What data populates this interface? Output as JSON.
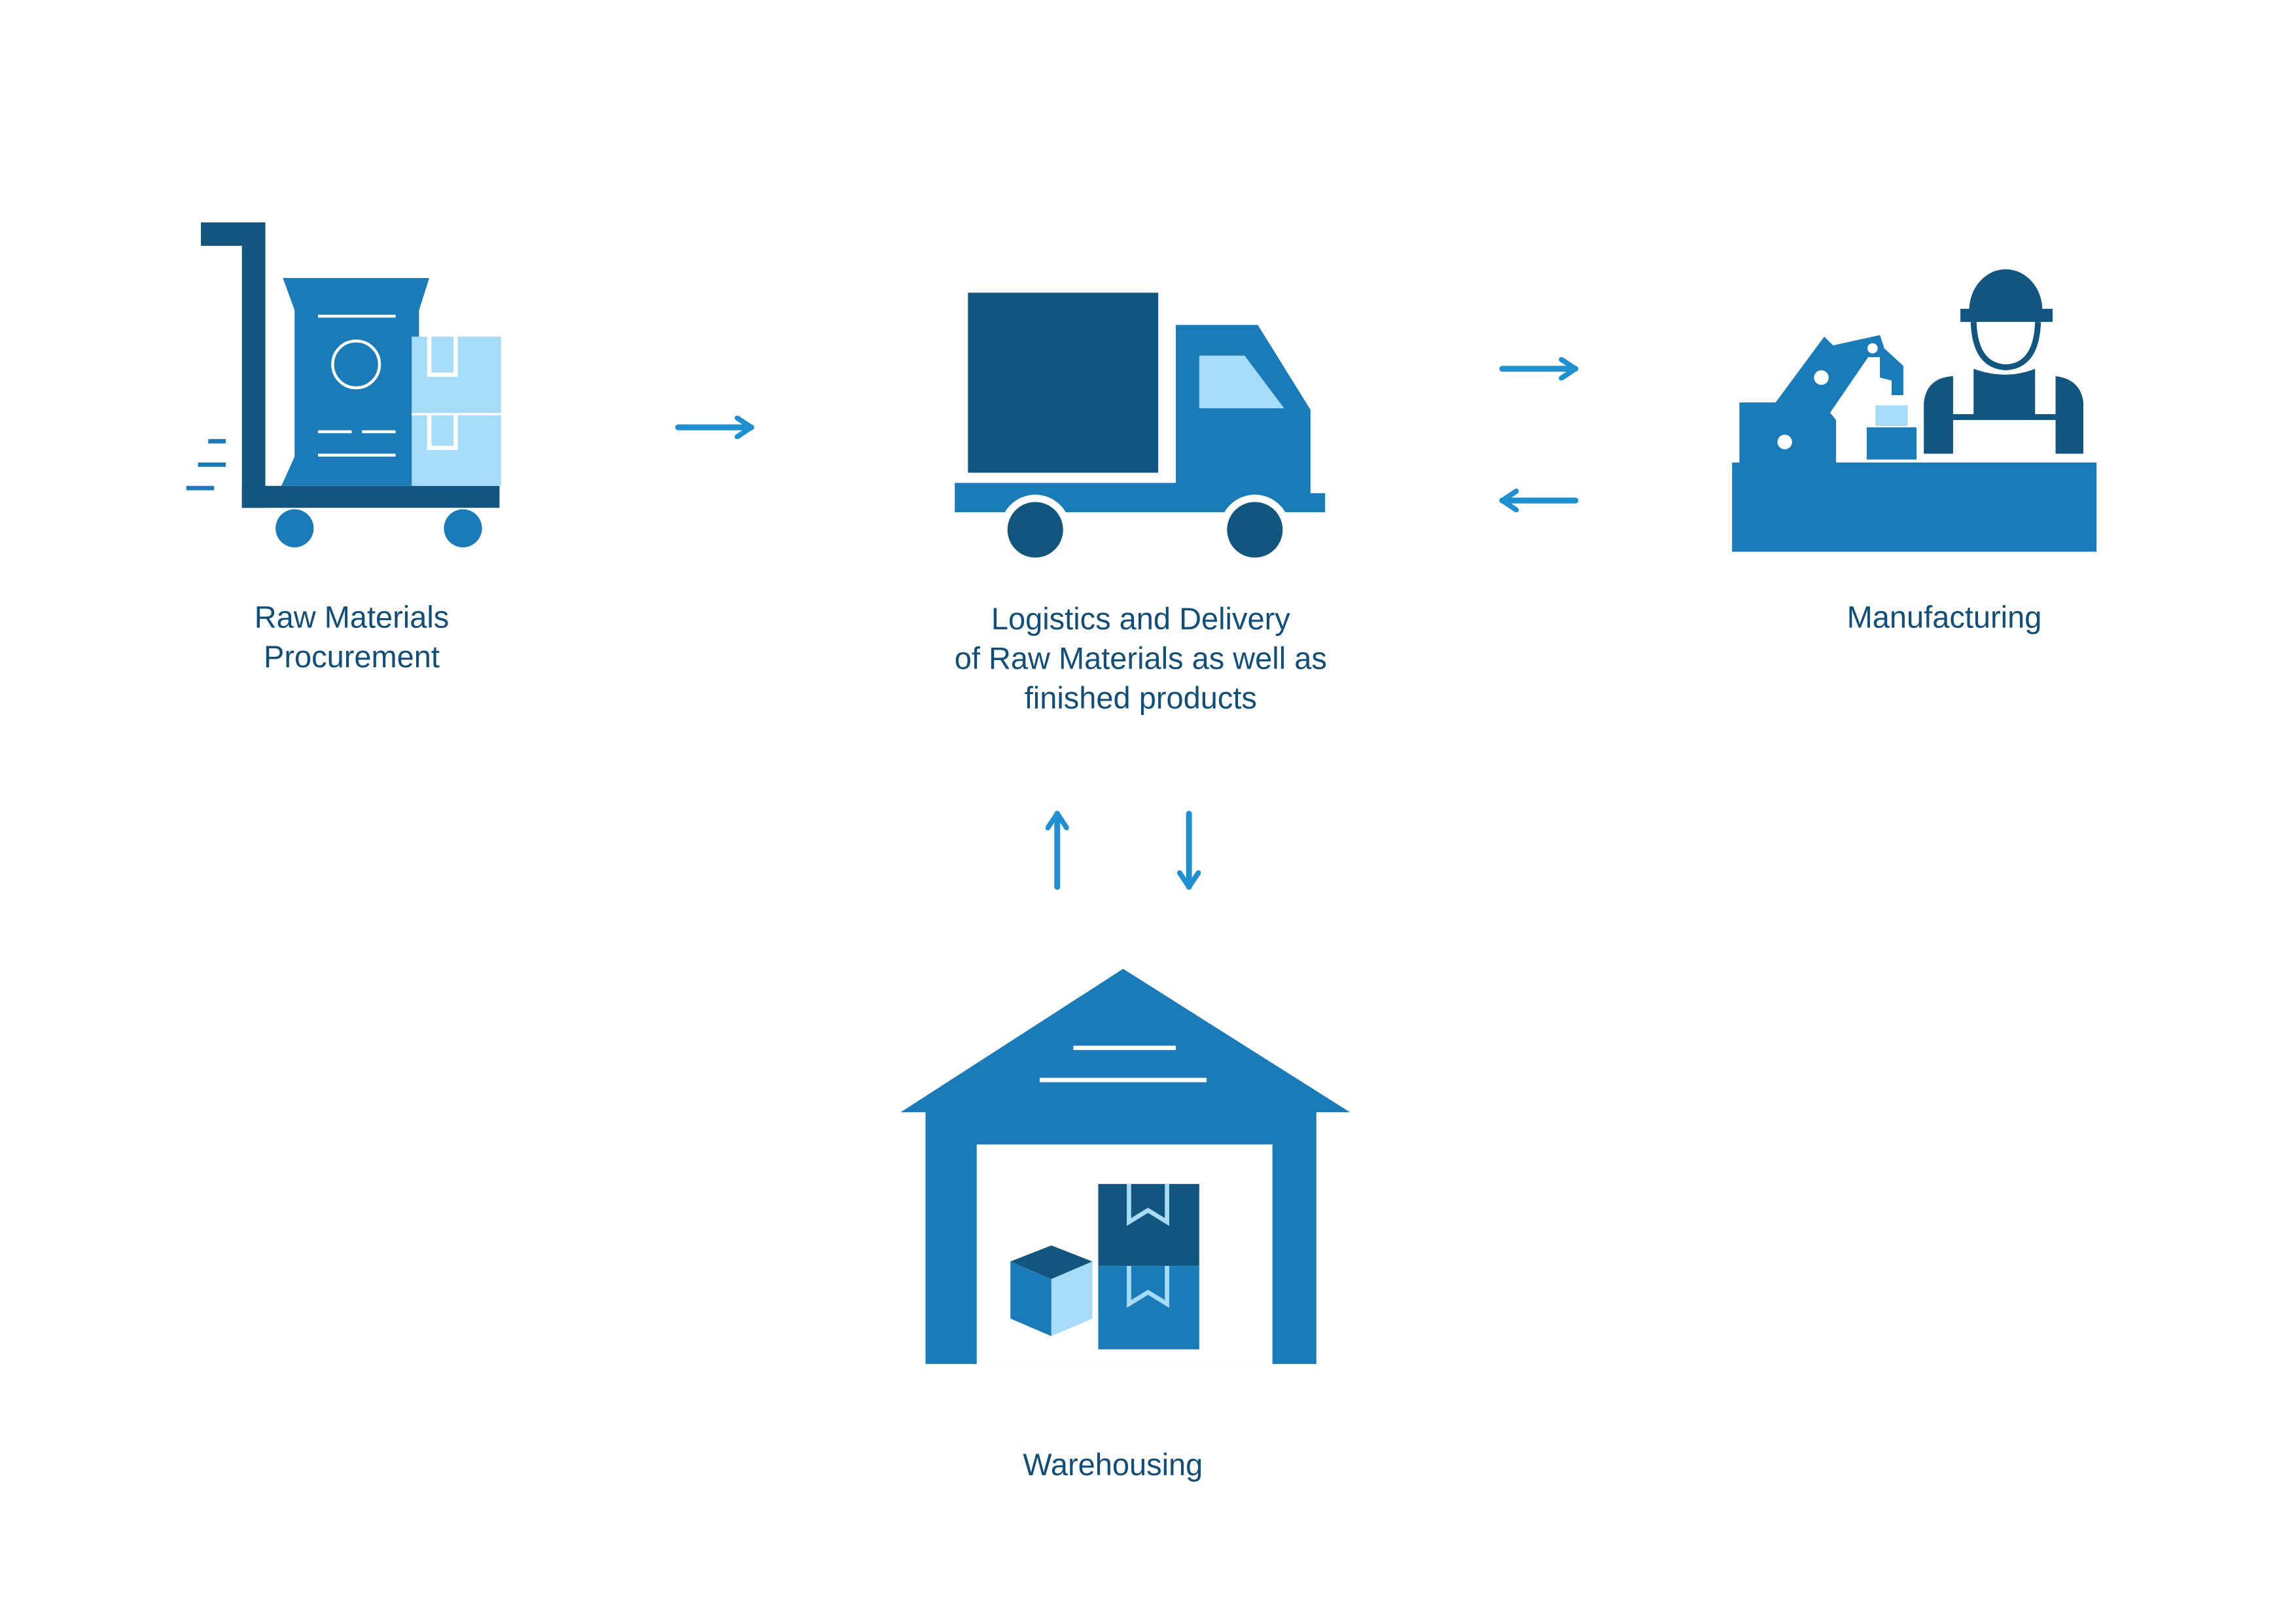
{
  "colors": {
    "dark": "#12557f",
    "mid": "#1b7ab8",
    "light": "#a6dcf7",
    "text": "#124e78",
    "arrow": "#1f8fcf"
  },
  "nodes": {
    "procurement": {
      "icon": "hand-truck-icon",
      "lines": [
        "Raw Materials",
        "Procurement"
      ]
    },
    "logistics": {
      "icon": "delivery-truck-icon",
      "lines": [
        "Logistics and Delivery",
        "of Raw Materials as well as",
        "finished products"
      ]
    },
    "manufacturing": {
      "icon": "factory-worker-robot-icon",
      "lines": [
        "Manufacturing"
      ]
    },
    "warehousing": {
      "icon": "warehouse-icon",
      "lines": [
        "Warehousing"
      ]
    }
  },
  "edges": [
    {
      "from": "procurement",
      "to": "logistics",
      "icon": "arrow-right-icon"
    },
    {
      "from": "logistics",
      "to": "manufacturing",
      "icon": "arrow-right-icon"
    },
    {
      "from": "manufacturing",
      "to": "logistics",
      "icon": "arrow-left-icon"
    },
    {
      "from": "warehousing",
      "to": "logistics",
      "icon": "arrow-up-icon"
    },
    {
      "from": "logistics",
      "to": "warehousing",
      "icon": "arrow-down-icon"
    }
  ]
}
